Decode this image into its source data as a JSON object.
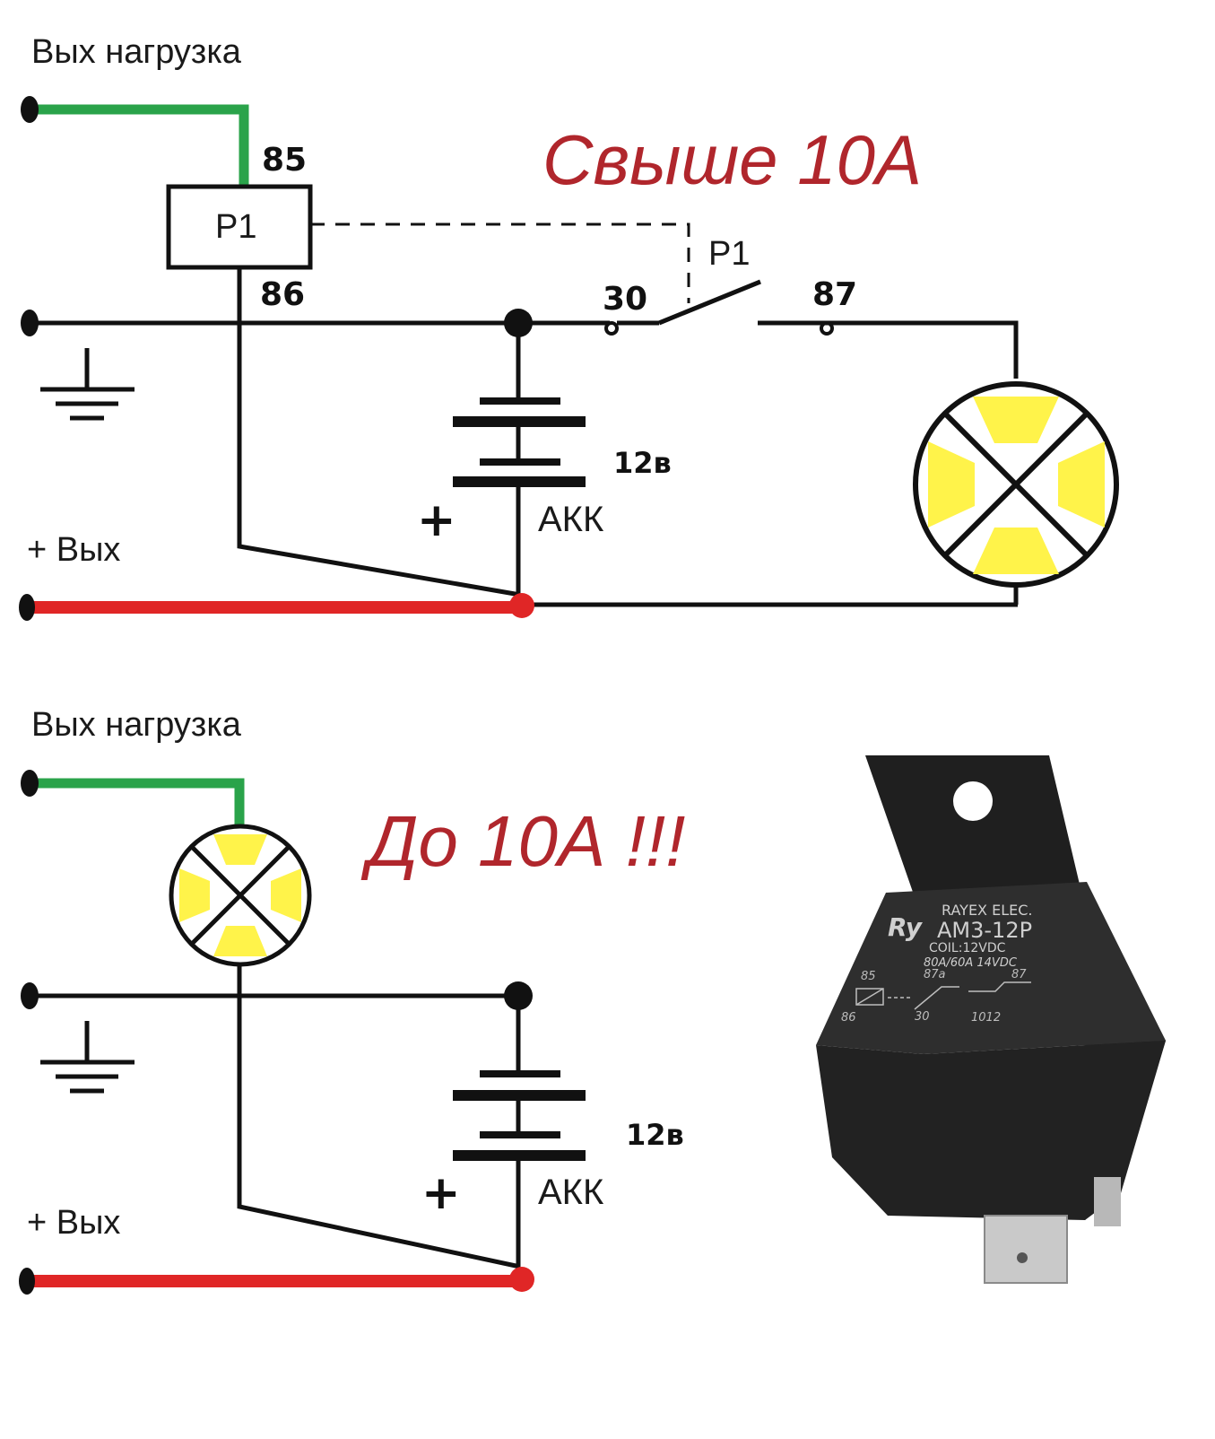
{
  "top": {
    "load_label": "Вых нагрузка",
    "plus_label": "+ Вых",
    "title": "Свыше 10А",
    "relay_box": "P1",
    "relay_switch": "P1",
    "pin_85": "85",
    "pin_86": "86",
    "pin_30": "30",
    "pin_87": "87",
    "voltage": "12в",
    "battery": "АКК",
    "battery_plus": "+"
  },
  "bottom": {
    "load_label": "Вых нагрузка",
    "plus_label": "+ Вых",
    "title": "До 10А !!!",
    "voltage": "12в",
    "battery": "АКК",
    "battery_plus": "+"
  },
  "relay_photo": {
    "brand": "RAYEX ELEC.",
    "logo": "Ry",
    "model": "AM3-12P",
    "coil": "COIL:12VDC",
    "rating": "80A/60A 14VDC",
    "pin_85": "85",
    "pin_87a": "87a",
    "pin_87": "87",
    "pin_86": "86",
    "pin_30": "30",
    "code": "1012"
  },
  "colors": {
    "wire": "#111111",
    "load_wire": "#2aa34a",
    "plus_wire": "#e02626",
    "lamp_fill": "#fff34a",
    "title": "#b0262c",
    "relay_body": "#2a2a2a"
  }
}
